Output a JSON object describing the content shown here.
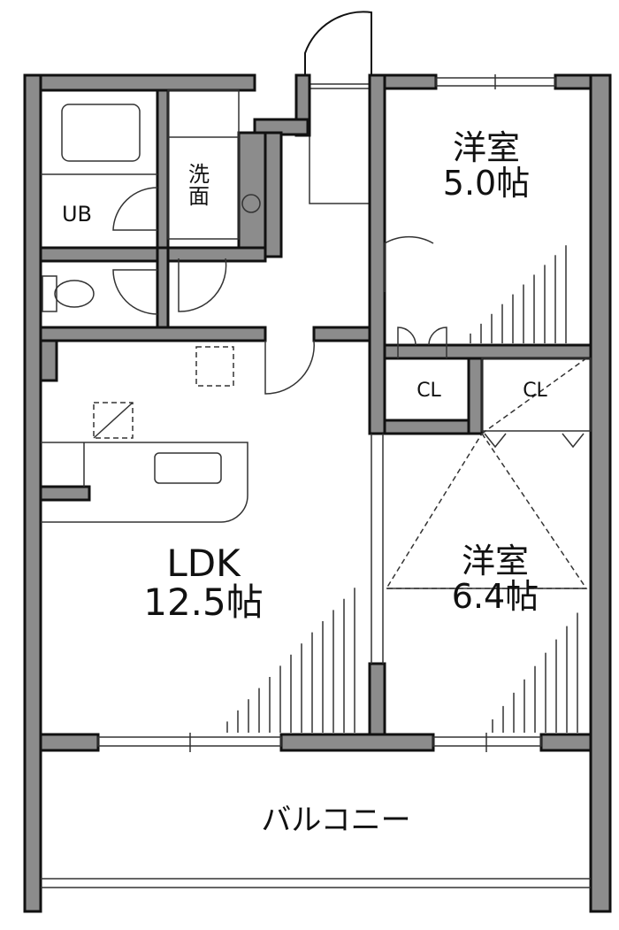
{
  "rooms": {
    "western_room_1": {
      "name": "洋室",
      "size": "5.0帖"
    },
    "western_room_2": {
      "name": "洋室",
      "size": "6.4帖"
    },
    "ldk": {
      "name": "LDK",
      "size": "12.5帖"
    },
    "washroom": {
      "line1": "洗",
      "line2": "面"
    },
    "unit_bath": "UB",
    "closet_1": "CL",
    "closet_2": "CL",
    "balcony": "バルコニー"
  },
  "colors": {
    "wall": "#8c8c8c",
    "line": "#111111"
  }
}
